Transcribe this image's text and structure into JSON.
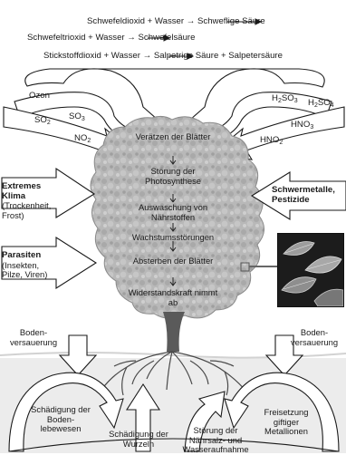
{
  "equations": [
    "Schwefeldioxid + Wasser → Schweflige Säure",
    "Schwefeltrioxid + Wasser → Schwefelsäure",
    "Stickstoffdioxid + Wasser → Salpetrige Säure + Salpetersäure"
  ],
  "pollutants_left": {
    "ozone": "Ozon",
    "so2": {
      "base": "SO",
      "sub": "2"
    },
    "so3": {
      "base": "SO",
      "sub": "3"
    },
    "no2": {
      "base": "NO",
      "sub": "2"
    }
  },
  "pollutants_right": {
    "h2so3": {
      "pre": "H",
      "sub1": "2",
      "mid": "SO",
      "sub2": "3"
    },
    "h2so4": {
      "pre": "H",
      "sub1": "2",
      "mid": "SO",
      "sub2": "4"
    },
    "hno3": {
      "base": "HNO",
      "sub": "3"
    },
    "hno2": {
      "base": "HNO",
      "sub": "2"
    }
  },
  "tree_effects": [
    "Verätzen der Blätter",
    "Störung der Photosynthese",
    "Auswaschung von Nährstoffen",
    "Wachstumsstörungen",
    "Absterben der Blätter",
    "Widerstandskraft nimmt ab"
  ],
  "factors": {
    "climate_title": "Extremes Klima",
    "climate_detail": "(Trockenheit, Frost)",
    "parasites_title": "Parasiten",
    "parasites_detail": "(Insekten, Pilze, Viren)",
    "metals_title": "Schwermetalle, Pestizide"
  },
  "soil": {
    "acid_left": "Boden-versauerung",
    "acid_right": "Boden-versauerung",
    "effects": [
      "Schädigung der Boden-lebewesen",
      "Schädigung der Wurzeln",
      "Störung der Nährsalz- und Wasseraufnahme",
      "Freisetzung giftiger Metallionen"
    ]
  },
  "colors": {
    "arrow_fill": "#ffffff",
    "arrow_stroke": "#1a1a1a",
    "crown_fill": "#b9b9b9",
    "crown_stroke": "#8a8a8a",
    "soil_fill": "#e9e9e9",
    "root_color": "#4a4a4a",
    "text": "#1a1a1a"
  }
}
